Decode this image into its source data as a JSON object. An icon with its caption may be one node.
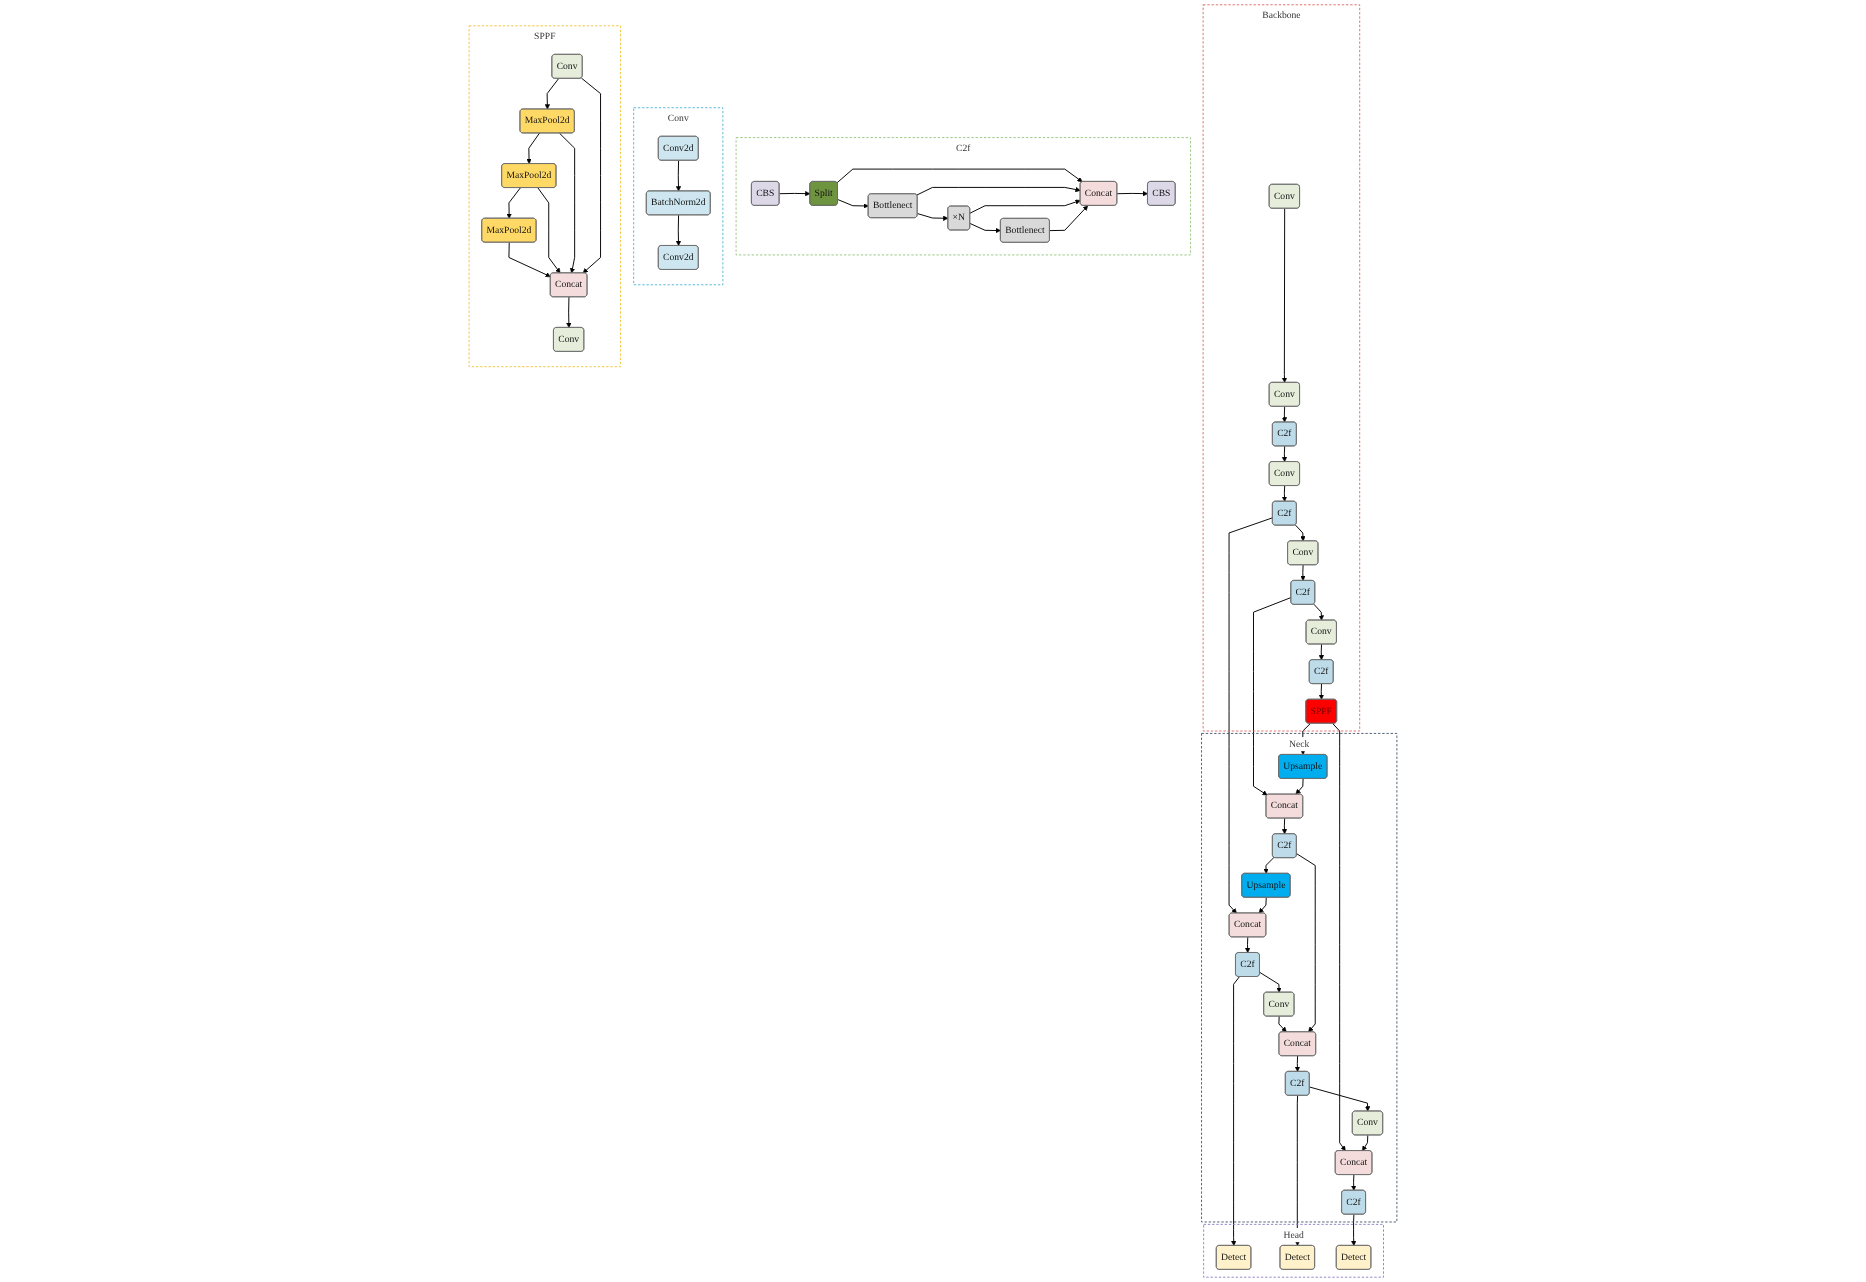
{
  "diagram": {
    "nodes": [
      {
        "text": [
          "Backbone"
        ]
      },
      {
        "text": [
          "Conv"
        ],
        "in": 0
      },
      {
        "text": [
          "Conv"
        ],
        "in": 0
      },
      {
        "text": [
          "C2f"
        ],
        "in": 0
      },
      {
        "text": [
          "Conv"
        ],
        "in": 0
      },
      {
        "text": [
          "C2f"
        ],
        "in": 0
      },
      {
        "text": [
          "Conv"
        ],
        "in": 0
      },
      {
        "text": [
          "C2f"
        ],
        "in": 0
      },
      {
        "text": [
          "Conv"
        ],
        "in": 0
      },
      {
        "text": [
          "C2f"
        ],
        "in": 0
      },
      {
        "text": [
          "SPPF"
        ],
        "in": 0
      },
      {
        "text": [
          "Neck"
        ]
      },
      {
        "text": [
          "C2f"
        ],
        "in": 11
      },
      {
        "text": [
          "Concat"
        ],
        "in": 11
      },
      {
        "text": [
          "Upsample"
        ],
        "in": 11
      },
      {
        "text": [
          "C2f"
        ],
        "in": 11
      },
      {
        "text": [
          "Concat"
        ],
        "in": 11
      },
      {
        "text": [
          "Upsample"
        ],
        "in": 11
      },
      {
        "text": [
          "Conv"
        ],
        "in": 11
      },
      {
        "text": [
          "Concat"
        ],
        "in": 11
      },
      {
        "text": [
          "C2f"
        ],
        "in": 11
      },
      {
        "text": [
          "Conv"
        ],
        "in": 11
      },
      {
        "text": [
          "Concat"
        ],
        "in": 11
      },
      {
        "text": [
          "C2f"
        ],
        "in": 11
      },
      {
        "text": [
          "Head"
        ]
      },
      {
        "text": [
          "Detect"
        ],
        "in": 24
      },
      {
        "text": [
          "Detect"
        ],
        "in": 24
      },
      {
        "text": [
          "Detect"
        ],
        "in": 24
      },
      {
        "text": [
          "C2f"
        ]
      },
      {
        "text": [
          "CBS"
        ],
        "in": 28
      },
      {
        "text": [
          "Split"
        ],
        "in": 28
      },
      {
        "text": [
          "Bottlenect"
        ],
        "in": 28
      },
      {
        "text": [
          "×N"
        ],
        "in": 28
      },
      {
        "text": [
          "Bottlenect"
        ],
        "in": 28
      },
      {
        "text": [
          "Concat"
        ],
        "in": 28
      },
      {
        "text": [
          "CBS"
        ],
        "in": 28
      },
      {
        "text": [
          "Conv"
        ]
      },
      {
        "text": [
          "Conv2d"
        ],
        "in": 36
      },
      {
        "text": [
          "BatchNorm2d"
        ],
        "in": 36
      },
      {
        "text": [
          "Conv2d"
        ],
        "in": 36
      },
      {
        "text": [
          "SPPF"
        ]
      },
      {
        "text": [
          "Conv"
        ],
        "in": 40
      },
      {
        "text": [
          "MaxPool2d"
        ],
        "in": 40
      },
      {
        "text": [
          "MaxPool2d"
        ],
        "in": 40
      },
      {
        "text": [
          "MaxPool2d"
        ],
        "in": 40
      },
      {
        "text": [
          "Concat"
        ],
        "in": 40
      },
      {
        "text": [
          "Conv"
        ],
        "in": 40
      }
    ],
    "edges": [
      {
        "from": 1,
        "to": 2,
        "arrow": "to"
      },
      {
        "from": 2,
        "to": 3,
        "arrow": "to"
      },
      {
        "from": 3,
        "to": 4,
        "arrow": "to"
      },
      {
        "from": 4,
        "to": 5,
        "arrow": "to"
      },
      {
        "from": 5,
        "to": 6,
        "arrow": "to"
      },
      {
        "from": 6,
        "to": 7,
        "arrow": "to"
      },
      {
        "from": 7,
        "to": 8,
        "arrow": "to"
      },
      {
        "from": 8,
        "to": 9,
        "arrow": "to"
      },
      {
        "from": 9,
        "to": 10,
        "arrow": "to"
      },
      {
        "from": 5,
        "to": 13,
        "arrow": "to"
      },
      {
        "from": 7,
        "to": 16,
        "arrow": "to"
      },
      {
        "from": 10,
        "to": 17,
        "arrow": "to"
      },
      {
        "from": 10,
        "to": 22,
        "arrow": "to"
      },
      {
        "from": 17,
        "to": 16,
        "arrow": "to"
      },
      {
        "from": 16,
        "to": 15,
        "arrow": "to"
      },
      {
        "from": 15,
        "to": 14,
        "arrow": "to"
      },
      {
        "from": 14,
        "to": 13,
        "arrow": "to"
      },
      {
        "from": 13,
        "to": 12,
        "arrow": "to"
      },
      {
        "from": 12,
        "to": 18,
        "arrow": "to"
      },
      {
        "from": 12,
        "to": 25,
        "arrow": "to"
      },
      {
        "from": 18,
        "to": 19,
        "arrow": "to"
      },
      {
        "from": 15,
        "to": 19,
        "arrow": "to"
      },
      {
        "from": 19,
        "to": 20,
        "arrow": "to"
      },
      {
        "from": 20,
        "to": 21,
        "arrow": "to"
      },
      {
        "from": 21,
        "to": 22,
        "arrow": "to"
      },
      {
        "from": 22,
        "to": 23,
        "arrow": "to"
      },
      {
        "from": 20,
        "to": 26,
        "arrow": "to"
      },
      {
        "from": 23,
        "to": 27,
        "arrow": "to"
      },
      {
        "from": 29,
        "to": 30,
        "arrow": "to"
      },
      {
        "from": 30,
        "to": 34,
        "arrow": "to"
      },
      {
        "from": 30,
        "to": 31,
        "arrow": "to"
      },
      {
        "from": 31,
        "to": 32,
        "arrow": "to"
      },
      {
        "from": 32,
        "to": 33,
        "arrow": "to"
      },
      {
        "from": 31,
        "to": 34,
        "arrow": "to"
      },
      {
        "from": 32,
        "to": 34,
        "arrow": "to"
      },
      {
        "from": 33,
        "to": 34,
        "arrow": "to"
      },
      {
        "from": 34,
        "to": 35,
        "arrow": "to"
      },
      {
        "from": 37,
        "to": 38,
        "arrow": "to"
      },
      {
        "from": 38,
        "to": 39,
        "arrow": "to"
      },
      {
        "from": 41,
        "to": 42,
        "arrow": "to"
      },
      {
        "from": 42,
        "to": 43,
        "arrow": "to"
      },
      {
        "from": 43,
        "to": 44,
        "arrow": "to"
      },
      {
        "from": 44,
        "to": 45,
        "arrow": "to"
      },
      {
        "from": 45,
        "to": 46,
        "arrow": "to"
      },
      {
        "from": 41,
        "to": 45,
        "arrow": "to"
      },
      {
        "from": 42,
        "to": 45,
        "arrow": "to"
      },
      {
        "from": 43,
        "to": 45,
        "arrow": "to"
      }
    ]
  }
}
